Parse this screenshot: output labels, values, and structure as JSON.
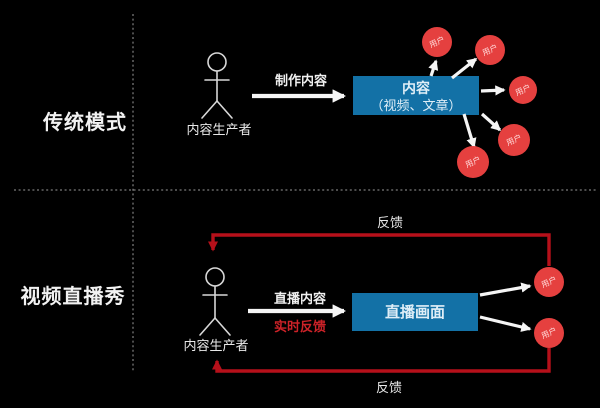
{
  "colors": {
    "background": "#000000",
    "box_blue": "#1371A6",
    "node_red": "#E5403F",
    "line_red": "#B6101A",
    "feedback_text_red": "#CC2228",
    "text_white": "#F0F0F0",
    "divider_gray": "#9A9A9A"
  },
  "top_section": {
    "title": "传统模式",
    "actor_label": "内容生产者",
    "flow_arrow_label": "制作内容",
    "content_box": {
      "line1": "内容",
      "line2": "（视频、文章）"
    },
    "user_nodes": [
      "用户",
      "用户",
      "用户",
      "用户",
      "用户"
    ]
  },
  "bottom_section": {
    "title": "视频直播秀",
    "actor_label": "内容生产者",
    "flow_arrow_label": "直播内容",
    "realtime_feedback_label": "实时反馈",
    "content_box": {
      "label": "直播画面"
    },
    "user_nodes": [
      "用户",
      "用户"
    ],
    "feedback_loop": {
      "top_label": "反馈",
      "bottom_label": "反馈"
    }
  }
}
